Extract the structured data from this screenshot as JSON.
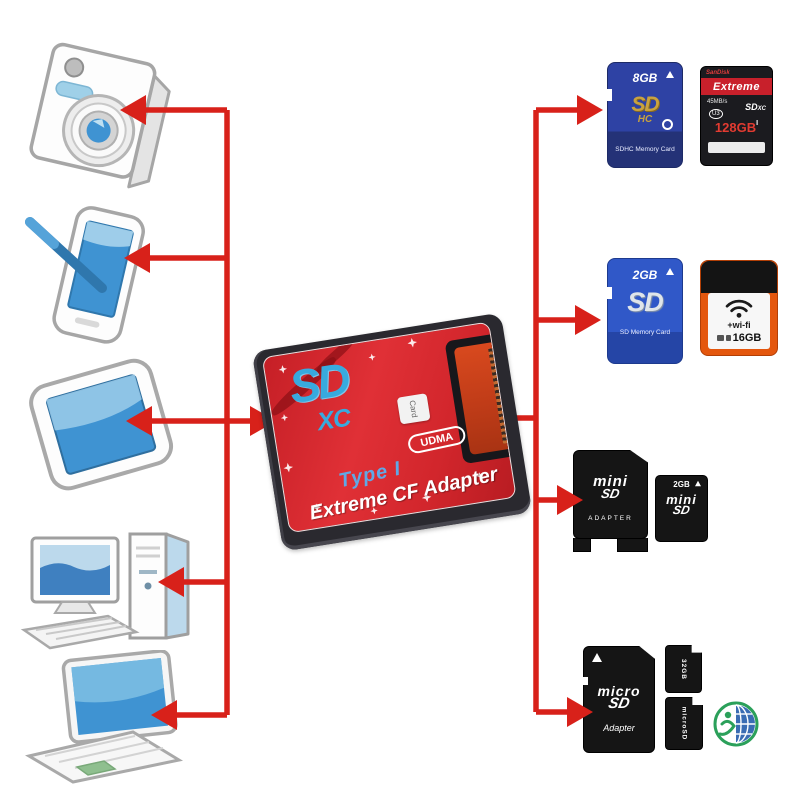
{
  "page": {
    "background": "#ffffff",
    "connector_color": "#d8211a",
    "description": "SD to CF adapter compatibility diagram"
  },
  "adapter": {
    "sd_logo": "SD",
    "xc_logo": "XC",
    "card_slot_label": "Card",
    "udma_badge": "UDMA",
    "type_label": "Type I",
    "title": "Extreme CF Adapter",
    "body_color": "#cf2127",
    "frame_color": "#2a292f",
    "logo_color": "#38aade",
    "slot_color": "#c03c18"
  },
  "left_devices": {
    "camera": "digital camera",
    "pda": "pda with stylus",
    "frame": "photo frame monitor",
    "desktop": "desktop pc",
    "laptop": "laptop"
  },
  "right_cards": {
    "sd_8gb": {
      "capacity": "8GB",
      "logo_top": "SD",
      "logo_bottom": "HC",
      "caption": "SDHC Memory Card",
      "color": "#2e42a4"
    },
    "extreme": {
      "brand": "SanDisk",
      "name": "Extreme",
      "speed": "45MB/s",
      "logo_top": "SD",
      "logo_bottom": "XC",
      "rating": "U3",
      "capacity": "128GB",
      "bus": "I",
      "band_color": "#c8202b"
    },
    "sd_2gb": {
      "capacity": "2GB",
      "logo": "SD",
      "caption": "SD Memory Card",
      "color": "#3058c8"
    },
    "wifi": {
      "label": "+wi-fi",
      "capacity": "16GB",
      "color": "#e4570e"
    },
    "minisd_adapter": {
      "logo_top": "mini",
      "logo_bottom": "SD",
      "caption": "ADAPTER"
    },
    "minisd": {
      "capacity": "2GB",
      "logo_top": "mini",
      "logo_bottom": "SD"
    },
    "microsd_adapter": {
      "logo_top": "micro",
      "logo_bottom": "SD",
      "caption": "Adapter"
    },
    "microsd_card1": {
      "marking": "32GB"
    },
    "microsd_card2": {
      "marking": "microSD"
    }
  }
}
